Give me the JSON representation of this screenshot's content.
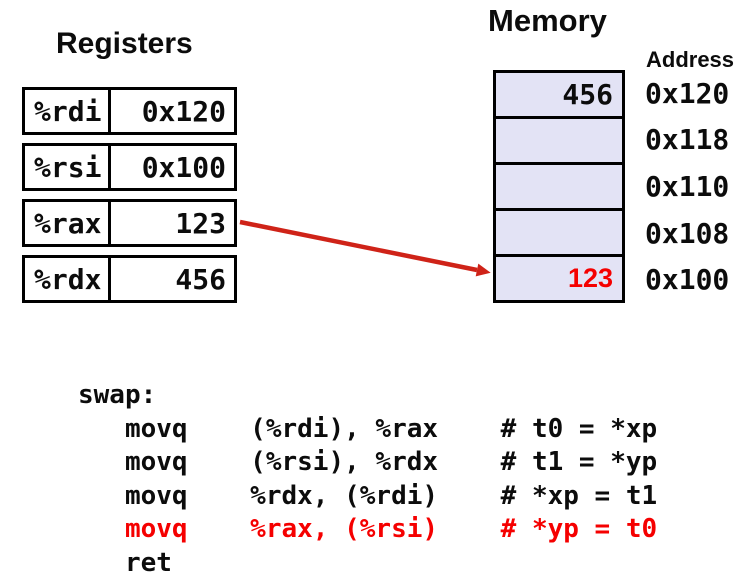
{
  "registers_panel": {
    "title": "Registers",
    "rows": [
      {
        "name": "%rdi",
        "value": "0x120"
      },
      {
        "name": "%rsi",
        "value": "0x100"
      },
      {
        "name": "%rax",
        "value": "123"
      },
      {
        "name": "%rdx",
        "value": "456"
      }
    ]
  },
  "memory_panel": {
    "title": "Memory",
    "address_label": "Address",
    "cells": [
      {
        "value": "456",
        "address": "0x120",
        "highlight": false
      },
      {
        "value": "",
        "address": "0x118",
        "highlight": false
      },
      {
        "value": "",
        "address": "0x110",
        "highlight": false
      },
      {
        "value": "",
        "address": "0x108",
        "highlight": false
      },
      {
        "value": "123",
        "address": "0x100",
        "highlight": true
      }
    ]
  },
  "arrow": {
    "from": "%rax",
    "to": "0x100"
  },
  "code": {
    "lines": [
      {
        "text": "swap:",
        "color": "black"
      },
      {
        "text": "   movq    (%rdi), %rax    # t0 = *xp",
        "color": "black"
      },
      {
        "text": "   movq    (%rsi), %rdx    # t1 = *yp",
        "color": "black"
      },
      {
        "text": "   movq    %rdx, (%rdi)    # *xp = t1",
        "color": "black"
      },
      {
        "text": "   movq    %rax, (%rsi)    # *yp = t0",
        "color": "red"
      },
      {
        "text": "   ret",
        "color": "black"
      }
    ]
  },
  "colors": {
    "ink": "#0c0c0c",
    "arrow_red": "#cf2318",
    "highlight_red": "#f50000",
    "cell_fill": "#e3e3f5"
  }
}
